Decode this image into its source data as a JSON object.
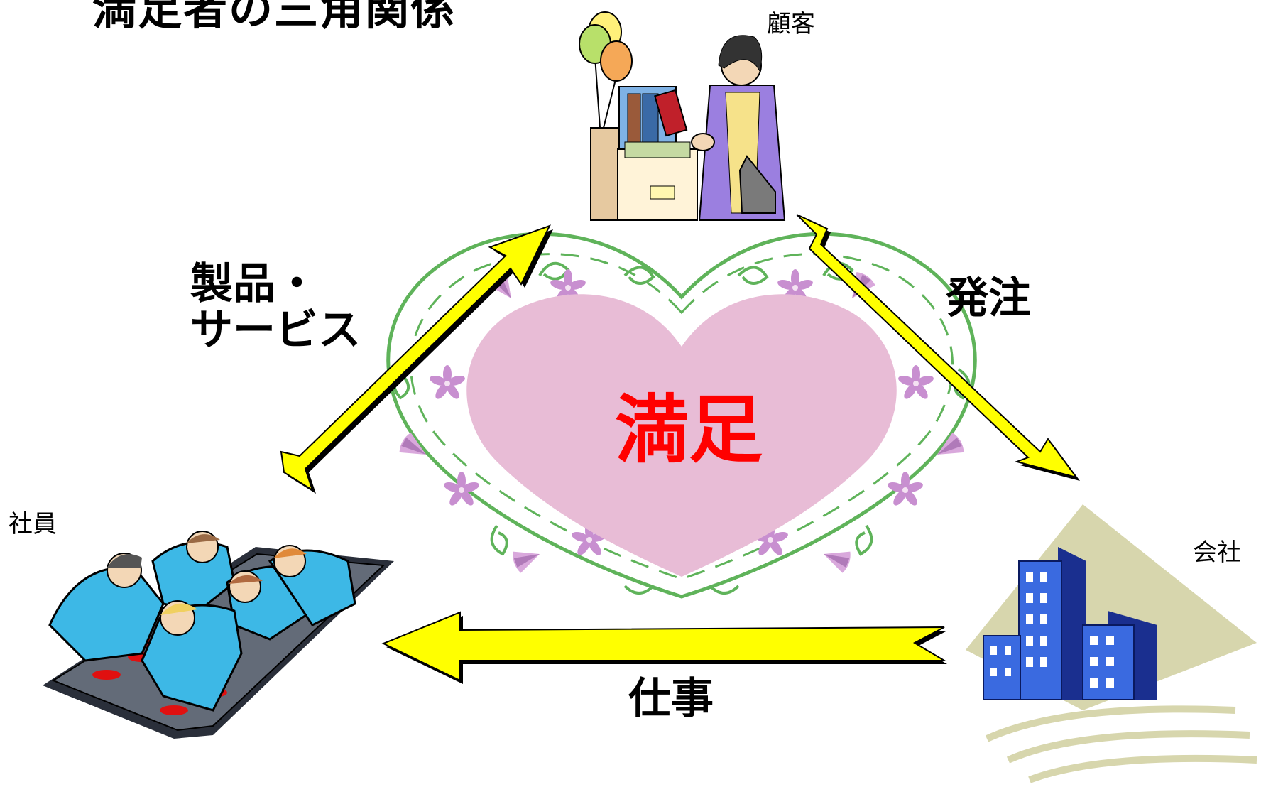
{
  "title": "満足者の三角関係",
  "nodes": {
    "customer": "顧客",
    "employee": "社員",
    "company": "会社"
  },
  "flows": {
    "product_service_line1": "製品・",
    "product_service_line2": "サービス",
    "order": "発注",
    "work": "仕事"
  },
  "center": "満足",
  "colors": {
    "arrow_fill": "#ffff00",
    "heart_fill": "#e8bcd6",
    "center_text": "#ff0000",
    "vine": "#5fb35a",
    "flower": "#c88fd0"
  },
  "icons": {
    "customer": "shopper-clipart",
    "employee": "workers-clipart",
    "company": "buildings-clipart"
  }
}
